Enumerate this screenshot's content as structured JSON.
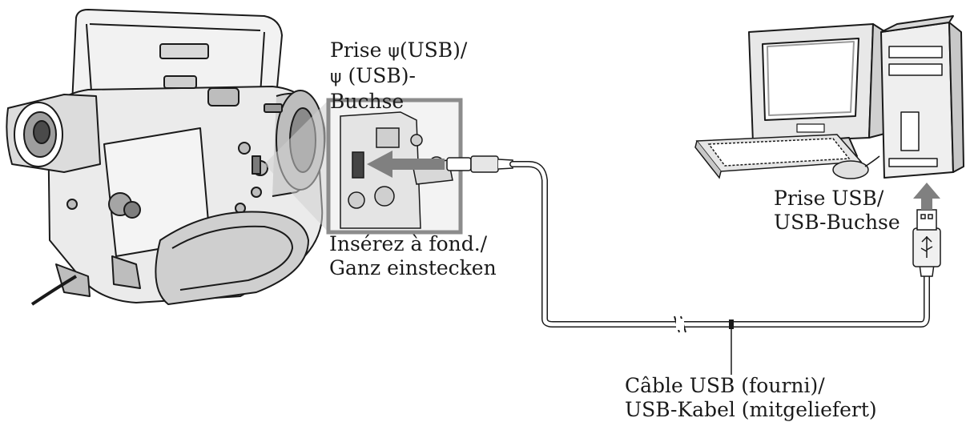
{
  "labels": {
    "usb_jack": {
      "line1_pre": "Prise ",
      "line1_post": "(USB)/",
      "line2_post": " (USB)-",
      "line3": "Buchse",
      "usb_symbol": "ψ"
    },
    "insert_fully": {
      "line1": "Insérez à fond./",
      "line2": "Ganz einstecken"
    },
    "pc_usb_jack": {
      "line1": "Prise USB/",
      "line2": "USB-Buchse"
    },
    "usb_cable": {
      "line1": "Câble USB (fourni)/",
      "line2": "USB-Kabel (mitgeliefert)"
    }
  },
  "icons": [
    "camcorder-icon",
    "computer-monitor-icon",
    "computer-tower-icon",
    "keyboard-icon",
    "mouse-icon",
    "usb-plug-icon",
    "arrow-icon"
  ],
  "colors": {
    "line": "#1a1a1a",
    "arrow": "#808080",
    "zoom_box": "#8c8c8c",
    "background": "#ffffff"
  }
}
